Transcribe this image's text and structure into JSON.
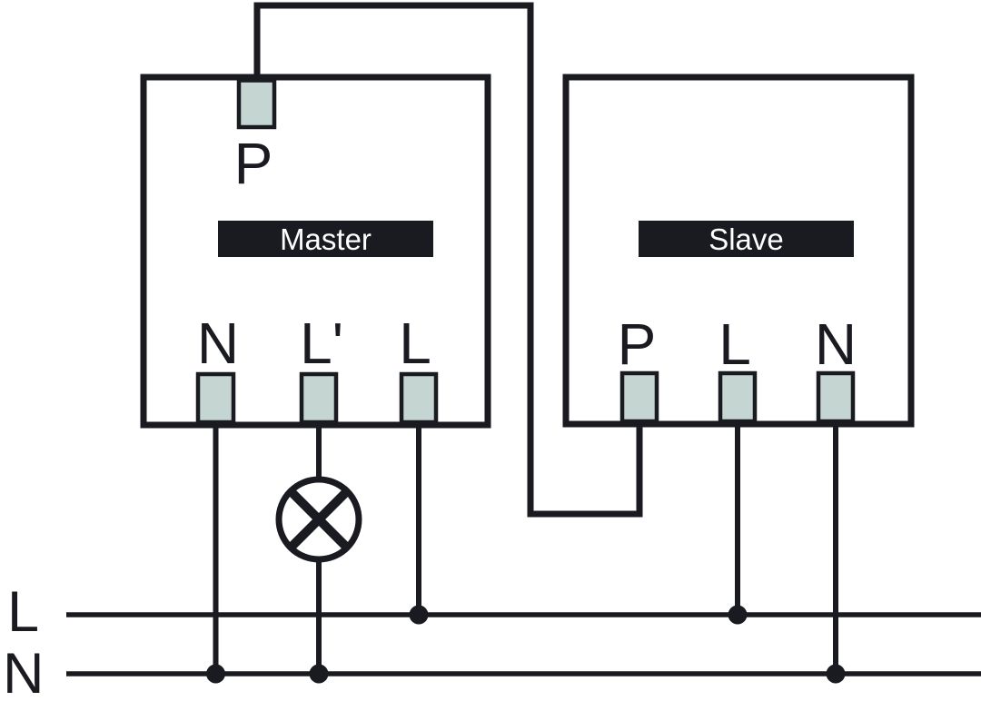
{
  "diagram": {
    "type": "wiring-schematic",
    "colors": {
      "line": "#1a1a21",
      "terminal_fill": "#c5d5d1",
      "label_bg": "#1a1a21",
      "label_text": "#ffffff",
      "background": "#ffffff"
    },
    "master": {
      "title": "Master",
      "top_terminals": [
        {
          "label": "P"
        }
      ],
      "bottom_terminals": [
        {
          "label": "N"
        },
        {
          "label": "L'"
        },
        {
          "label": "L"
        }
      ]
    },
    "slave": {
      "title": "Slave",
      "bottom_terminals": [
        {
          "label": "P"
        },
        {
          "label": "L"
        },
        {
          "label": "N"
        }
      ]
    },
    "supply_lines": [
      {
        "label": "L"
      },
      {
        "label": "N"
      }
    ],
    "icons": {
      "lamp": "circle-cross"
    }
  }
}
